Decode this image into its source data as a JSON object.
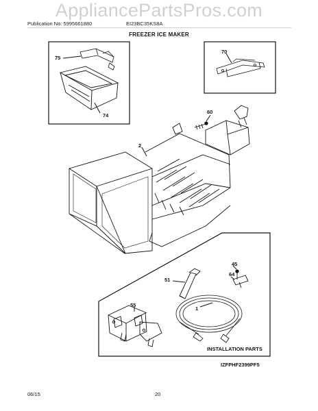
{
  "watermark": "AppliancePartsPros.com",
  "header": {
    "publication": "Publication No: 5995661880",
    "model": "EI23BC35KS8A"
  },
  "title": "FREEZER ICE MAKER",
  "callouts": {
    "c75": "75",
    "c74": "74",
    "c70": "70",
    "c60": "60",
    "c2": "2",
    "c45": "45",
    "c64": "64",
    "c51": "51",
    "c55": "55",
    "c1": "1"
  },
  "installation_label": "INSTALLATION PARTS",
  "diagram_code": "IZFPHF2399PF5",
  "footer": {
    "date": "06/15",
    "page": "20"
  }
}
